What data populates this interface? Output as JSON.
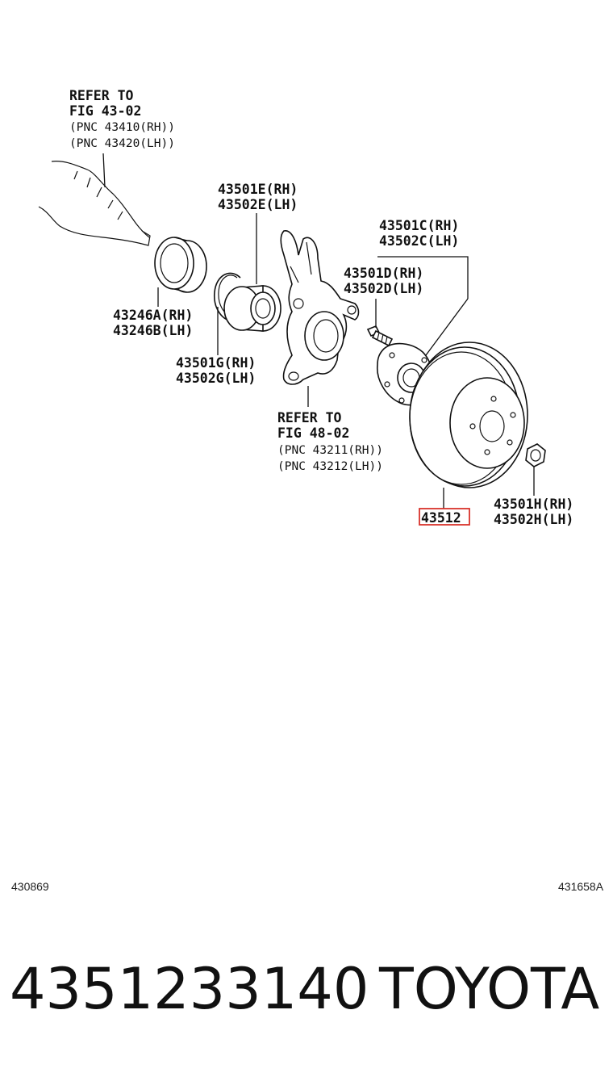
{
  "diagram": {
    "callouts": [
      {
        "id": "refer-43-02",
        "lines": [
          "REFER TO",
          "FIG 43-02",
          "(PNC 43410(RH))",
          "(PNC 43420(LH))"
        ]
      },
      {
        "id": "43501e",
        "lines": [
          "43501E(RH)",
          "43502E(LH)"
        ]
      },
      {
        "id": "43501c",
        "lines": [
          "43501C(RH)",
          "43502C(LH)"
        ]
      },
      {
        "id": "43501d",
        "lines": [
          "43501D(RH)",
          "43502D(LH)"
        ]
      },
      {
        "id": "43246a",
        "lines": [
          "43246A(RH)",
          "43246B(LH)"
        ]
      },
      {
        "id": "43501g",
        "lines": [
          "43501G(RH)",
          "43502G(LH)"
        ]
      },
      {
        "id": "refer-48-02",
        "lines": [
          "REFER TO",
          "FIG 48-02",
          "(PNC 43211(RH))",
          "(PNC 43212(LH))"
        ]
      },
      {
        "id": "43501h",
        "lines": [
          "43501H(RH)",
          "43502H(LH)"
        ]
      },
      {
        "id": "43512",
        "lines": [
          "43512"
        ],
        "highlighted": true
      }
    ],
    "highlight_color": "#d9332b"
  },
  "codes": {
    "left": "430869",
    "right": "431658A"
  },
  "product": {
    "part_number": "4351233140",
    "brand": "TOYOTA"
  }
}
